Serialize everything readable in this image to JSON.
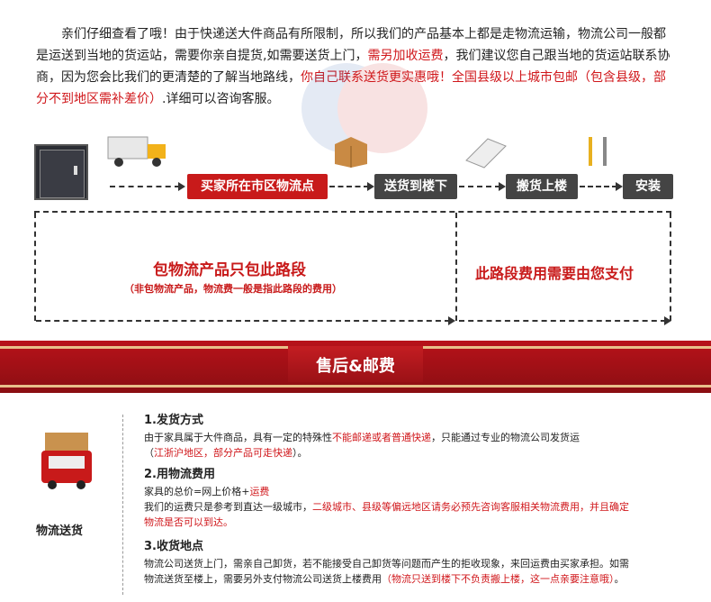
{
  "intro": {
    "line1": "亲们仔细查看了哦！由于快递送大件商品有所限制，所以我们的产品基本上都是走物流运输，物流公司一般都是运送到当地的货运站，需要你亲自提货,如需要送货上门，",
    "line1_red": "需另加收运费",
    "line2": "，我们建议您自己跟当地的货运站联系协商，因为您会比我们的更清楚的了解当地路线，",
    "line2_red": "你自己联系送货更实惠哦！全国县级以上城市包邮（包含县级，部分不到地区需补差价）",
    "line3": ".详细可以咨询客服。"
  },
  "flow": {
    "step1": "买家所在市区物流点",
    "step2": "送货到楼下",
    "step3": "搬货上楼",
    "step4": "安装",
    "zone1_title": "包物流产品只包此路段",
    "zone1_sub": "（非包物流产品，物流费一般是指此路段的费用）",
    "zone2_title": "此路段费用需要由您支付"
  },
  "banner": {
    "title": "售后&邮费"
  },
  "left": {
    "label": "物流送货"
  },
  "sections": {
    "s1_title": "1.发货方式",
    "s1_a": "由于家具属于大件商品，具有一定的特殊性",
    "s1_red": "不能邮递或者普通快递",
    "s1_b": "，只能通过专业的物流公司发货运",
    "s1_c_open": "（",
    "s1_c_red": "江浙沪地区，部分产品可走快递",
    "s1_c_close": "）。",
    "s2_title": "2.用物流费用",
    "s2_a": "家具的总价=网上价格+",
    "s2_a_red": "运费",
    "s2_b": "我们的运费只是参考到直达一级城市，",
    "s2_b_red": "二级城市、县级等偏远地区请务必预先咨询客服相关物流费用，并且确定物流是否可以到达。",
    "s3_title": "3.收货地点",
    "s3_a": "物流公司送货上门，需亲自己卸货，若不能接受自己卸货等问题而产生的拒收现象，来回运费由买家承担。如需物流送货至楼上，需要另外支付物流公司送货上楼费用",
    "s3_red": "（物流只送到楼下不负责搬上楼，这一点亲要注意哦）",
    "s3_end": "。"
  },
  "colors": {
    "accent_red": "#c81a1a",
    "step_dark": "#444444",
    "banner": "#a8121a"
  },
  "icons": [
    "safe-icon",
    "truck-icon",
    "box-icon",
    "document-icon",
    "tools-icon"
  ]
}
